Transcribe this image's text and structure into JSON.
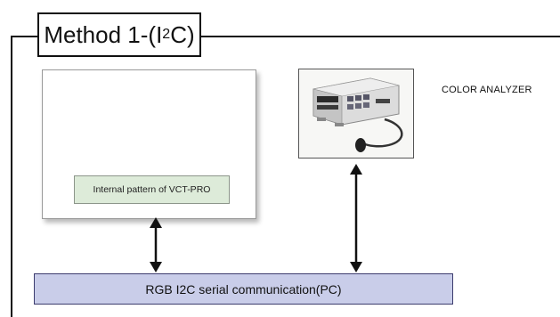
{
  "title": {
    "text": "Method 1-(I",
    "sup": "2",
    "suffix": "C)"
  },
  "monitor": {
    "pattern_label": "Internal pattern of VCT-PRO"
  },
  "analyzer": {
    "label": "COLOR ANALYZER",
    "image_icon": "color-analyzer-device-icon"
  },
  "pc": {
    "label": "RGB I2C serial communication(PC)"
  },
  "colors": {
    "pattern_fill": "#ddebd9",
    "pc_fill": "#c9cde9",
    "line": "#111111"
  }
}
